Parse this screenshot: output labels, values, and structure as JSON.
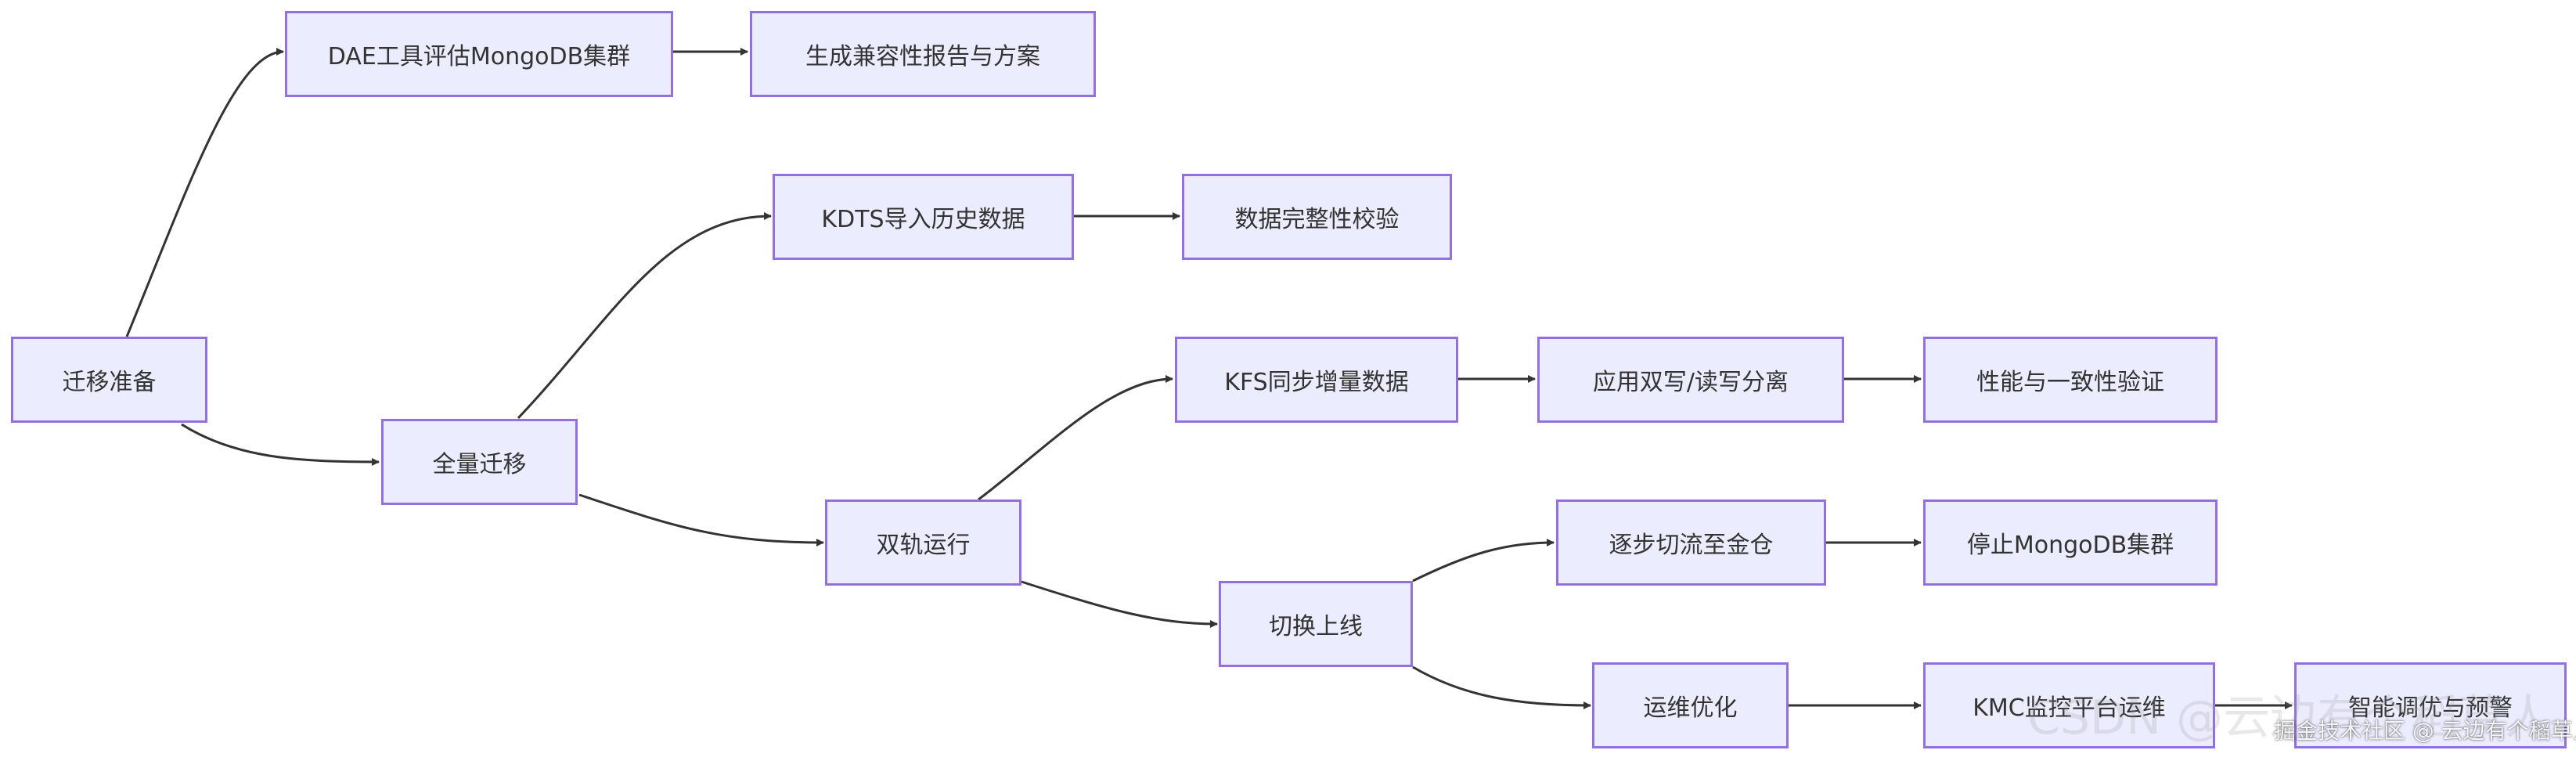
{
  "nodes": {
    "prep": "迁移准备",
    "dae": "DAE工具评估MongoDB集群",
    "report": "生成兼容性报告与方案",
    "full": "全量迁移",
    "kdts": "KDTS导入历史数据",
    "verify": "数据完整性校验",
    "dual": "双轨运行",
    "kfs": "KFS同步增量数据",
    "dualwrite": "应用双写/读写分离",
    "perf": "性能与一致性验证",
    "cutover": "切换上线",
    "gradual": "逐步切流至金仓",
    "stop": "停止MongoDB集群",
    "ops": "运维优化",
    "kmc": "KMC监控平台运维",
    "tuning": "智能调优与预警"
  },
  "watermark": {
    "big": "CSDN @云边有个稻草人",
    "small": "掘金技术社区 @ 云边有个稻草人"
  },
  "colors": {
    "node_fill": "#ECECFF",
    "node_border": "#9370DB",
    "edge": "#333333"
  }
}
